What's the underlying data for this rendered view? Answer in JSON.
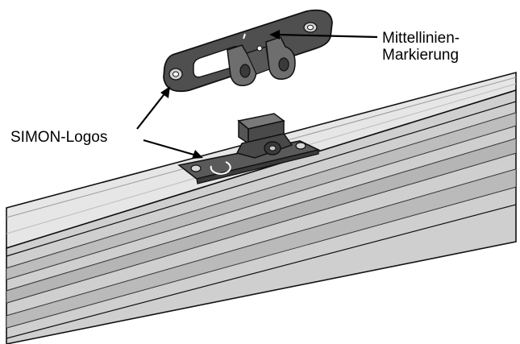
{
  "labels": {
    "simon_logos": "SIMON-Logos",
    "mittellinien_line1": "Mittellinien-",
    "mittellinien_line2": "Markierung"
  },
  "colors": {
    "rail_light": "#e4e4e4",
    "rail_mid": "#c4c4c4",
    "rail_dark": "#8a8a8a",
    "bracket": "#5f5f5f",
    "bracket_dark": "#3d3d3d",
    "outline": "#111111",
    "background": "#ffffff"
  }
}
